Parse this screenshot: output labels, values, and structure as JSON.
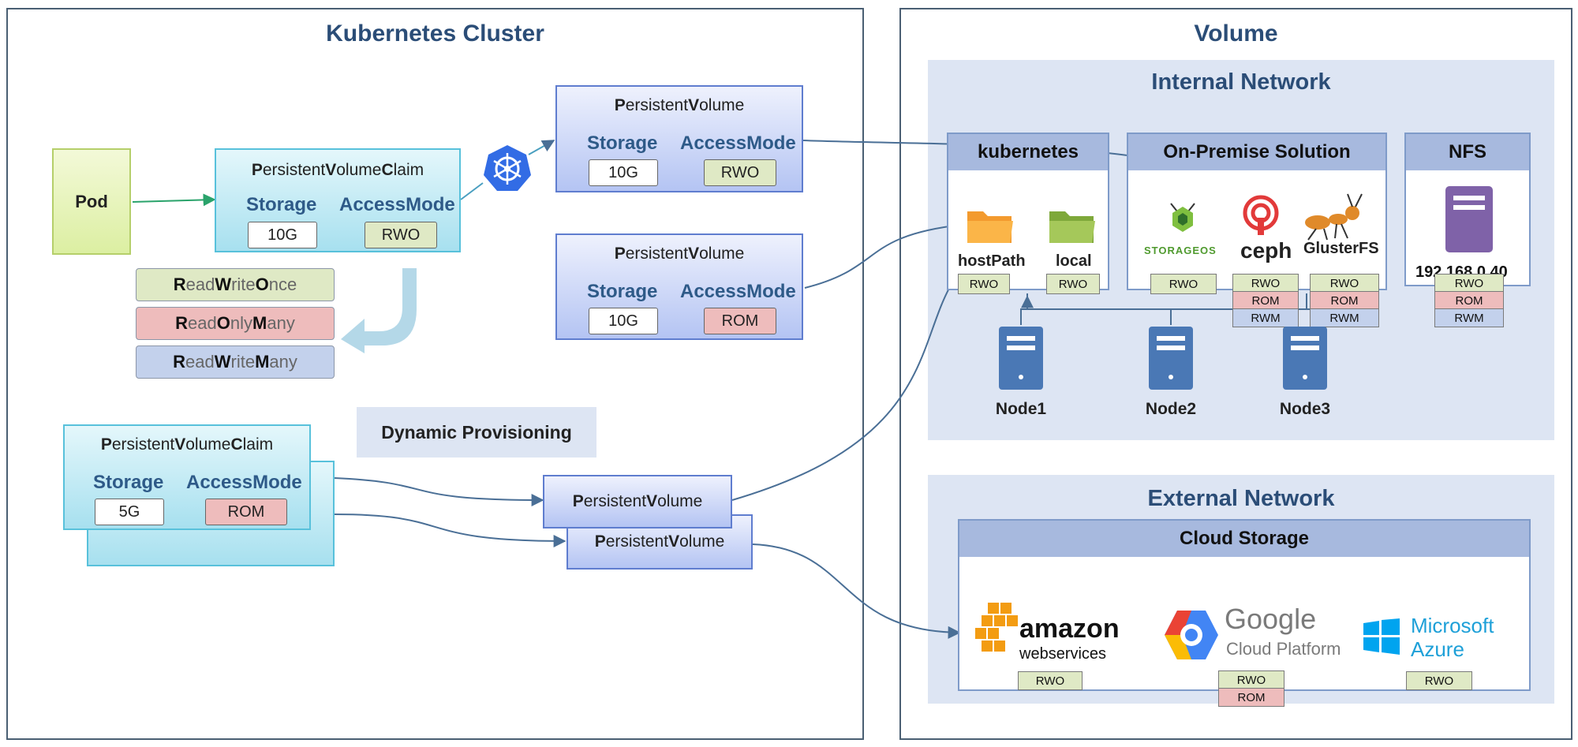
{
  "cluster": {
    "title": "Kubernetes Cluster"
  },
  "volume": {
    "title": "Volume"
  },
  "pod": {
    "label": "Pod"
  },
  "pvc1": {
    "title_parts": [
      "P",
      "ersistent",
      "V",
      "olume",
      "C",
      "laim"
    ],
    "storage_label": "Storage",
    "access_label": "AccessMode",
    "storage_value": "10G",
    "access_value": "RWO"
  },
  "pv1": {
    "title_parts": [
      "P",
      "ersistent",
      "V",
      "olume"
    ],
    "storage_label": "Storage",
    "access_label": "AccessMode",
    "storage_value": "10G",
    "access_value": "RWO"
  },
  "pv2": {
    "title_parts": [
      "P",
      "ersistent",
      "V",
      "olume"
    ],
    "storage_label": "Storage",
    "access_label": "AccessMode",
    "storage_value": "10G",
    "access_value": "ROM"
  },
  "modes": [
    {
      "parts": [
        "R",
        "ead",
        "W",
        "rite",
        "O",
        "nce"
      ],
      "color": "#dfe9c5"
    },
    {
      "parts": [
        "R",
        "ead",
        "O",
        "nly",
        "M",
        "any"
      ],
      "color": "#eebcbc"
    },
    {
      "parts": [
        "R",
        "ead",
        "W",
        "rite",
        "M",
        "any"
      ],
      "color": "#c3d1ec"
    }
  ],
  "dynamic": {
    "label": "Dynamic Provisioning"
  },
  "pvc2": {
    "title_parts": [
      "P",
      "ersistent",
      "V",
      "olume",
      "C",
      "laim"
    ],
    "storage_label": "Storage",
    "access_label": "AccessMode",
    "storage_value": "5G",
    "access_value": "ROM"
  },
  "pv3": {
    "title_parts": [
      "P",
      "ersistent",
      "V",
      "olume"
    ]
  },
  "pv4": {
    "title_parts": [
      "P",
      "ersistent",
      "V",
      "olume"
    ]
  },
  "internal": {
    "title": "Internal Network",
    "kubernetes": {
      "title": "kubernetes",
      "hostpath": "hostPath",
      "local": "local",
      "hostpath_tag": "RWO",
      "local_tag": "RWO"
    },
    "onprem": {
      "title": "On-Premise Solution",
      "storageos": "STORAGEOS",
      "ceph": "ceph",
      "glusterfs": "GlusterFS",
      "storageos_tags": [
        "RWO"
      ],
      "ceph_tags": [
        "RWO",
        "ROM",
        "RWM"
      ],
      "gluster_tags": [
        "RWO",
        "ROM",
        "RWM"
      ]
    },
    "nfs": {
      "title": "NFS",
      "ip": "192.168.0.40",
      "tags": [
        "RWO",
        "ROM",
        "RWM"
      ]
    },
    "nodes": [
      "Node1",
      "Node2",
      "Node3"
    ]
  },
  "external": {
    "title": "External Network",
    "cloud": {
      "title": "Cloud Storage",
      "aws": {
        "line1": "amazon",
        "line2": "webservices",
        "tags": [
          "RWO"
        ]
      },
      "gcp": {
        "line1": "Google",
        "line2": "Cloud Platform",
        "tags": [
          "RWO",
          "ROM"
        ]
      },
      "azure": {
        "line1": "Microsoft",
        "line2": "Azure",
        "tags": [
          "RWO"
        ]
      }
    }
  },
  "colors": {
    "rwo": "#dfe9c5",
    "rom": "#eebcbc",
    "rwm": "#c3d1ec",
    "title": "#2b4d77",
    "server": "#4a78b5",
    "nfs_server": "#7f62a8"
  }
}
